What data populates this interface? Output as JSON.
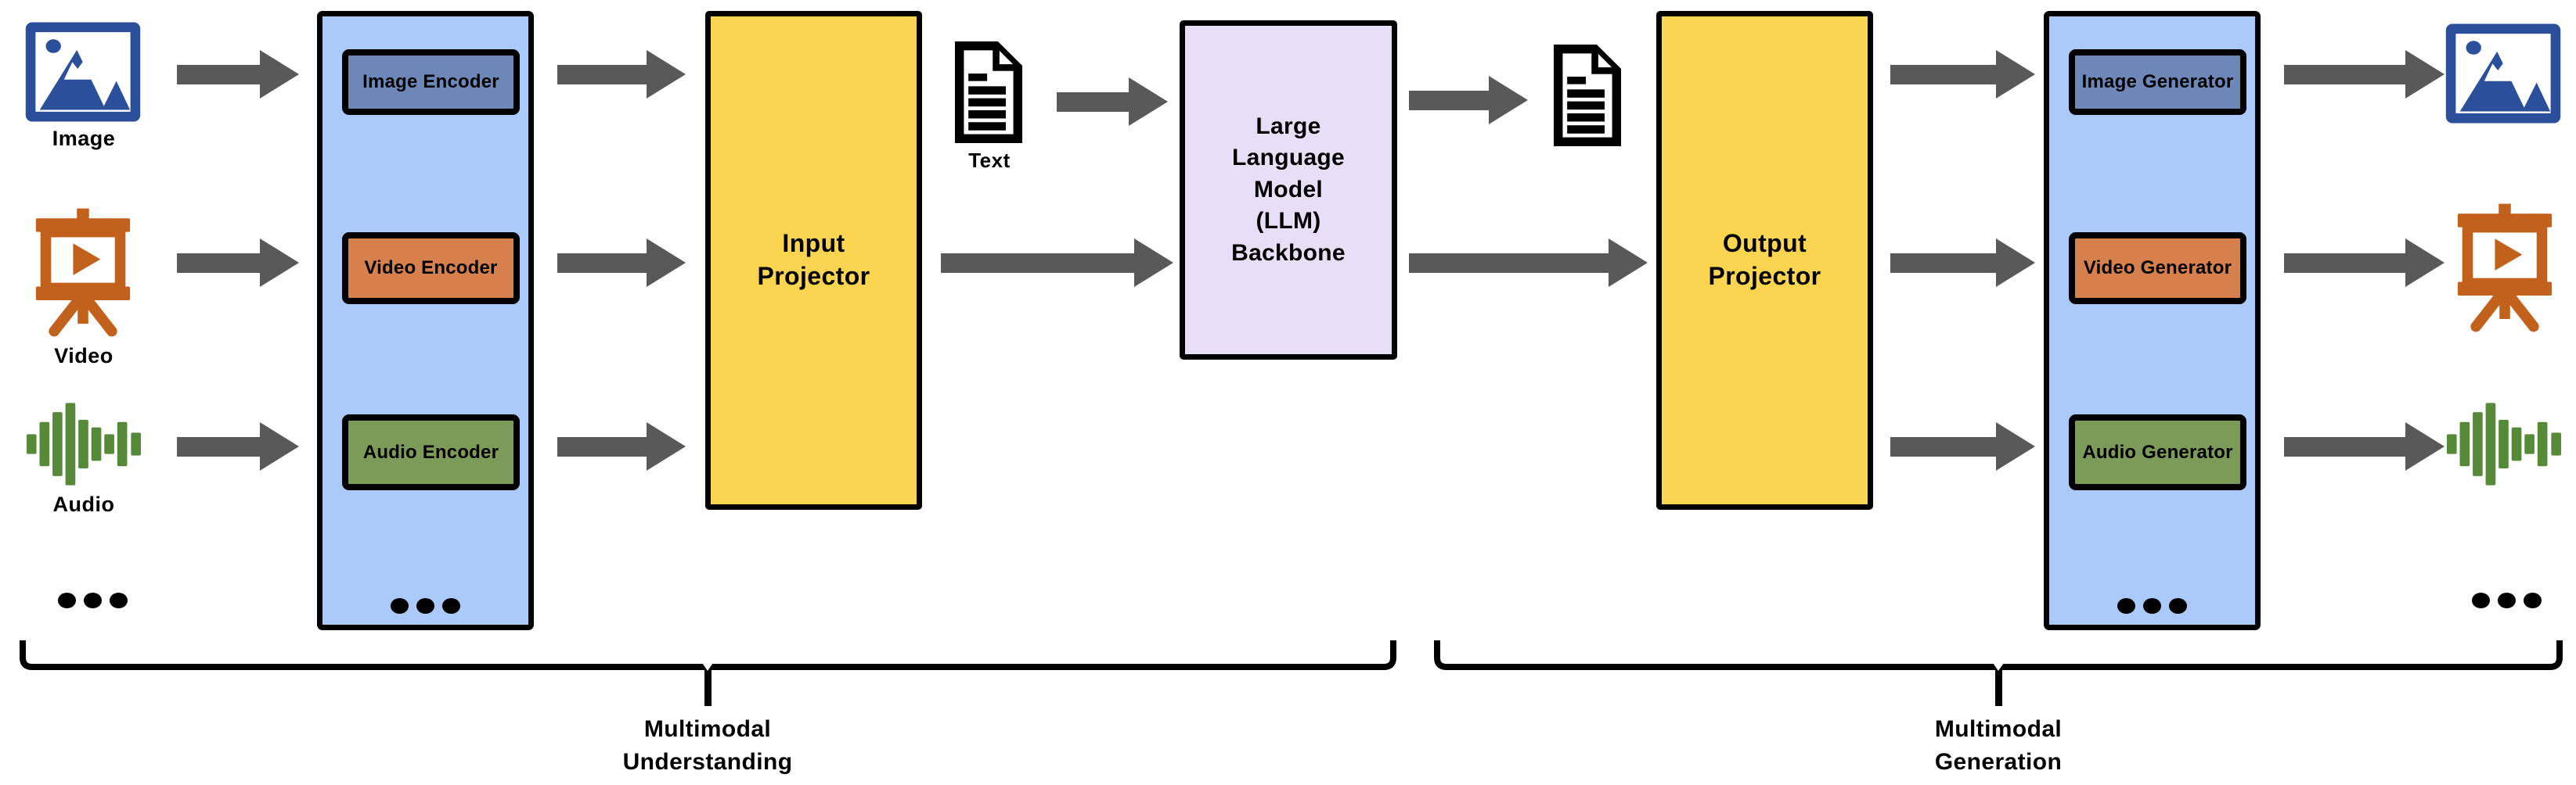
{
  "colors": {
    "panel_blue": "#abcafa",
    "module_blue": "#6d88b8",
    "module_orange": "#d6804e",
    "module_green": "#7d9b58",
    "projector_yellow": "#fcd550",
    "llm_lavender": "#e7def7",
    "arrow_gray": "#595959",
    "icon_blue": "#2c4f9c",
    "icon_orange": "#c2611b",
    "icon_green": "#578a38"
  },
  "inputs": {
    "items": [
      {
        "label": "Image",
        "icon": "image-icon"
      },
      {
        "label": "Video",
        "icon": "video-presentation-icon"
      },
      {
        "label": "Audio",
        "icon": "audio-waveform-icon"
      }
    ],
    "more_indicator": "ellipsis-dots"
  },
  "encoder_panel": {
    "items": [
      {
        "label": "Image Encoder"
      },
      {
        "label": "Video Encoder"
      },
      {
        "label": "Audio Encoder"
      }
    ],
    "more_indicator": "ellipsis-dots"
  },
  "input_projector": {
    "lines": [
      "Input",
      "Projector"
    ]
  },
  "text_doc": {
    "label": "Text",
    "icon": "document-text-icon"
  },
  "llm": {
    "lines": [
      "Large",
      "Language",
      "Model",
      "(LLM)",
      "Backbone"
    ]
  },
  "output_doc": {
    "icon": "document-text-icon"
  },
  "output_projector": {
    "lines": [
      "Output",
      "Projector"
    ]
  },
  "generator_panel": {
    "items": [
      {
        "label": "Image Generator"
      },
      {
        "label": "Video Generator"
      },
      {
        "label": "Audio Generator"
      }
    ],
    "more_indicator": "ellipsis-dots"
  },
  "outputs": {
    "items": [
      {
        "icon": "image-icon"
      },
      {
        "icon": "video-presentation-icon"
      },
      {
        "icon": "audio-waveform-icon"
      }
    ],
    "more_indicator": "ellipsis-dots"
  },
  "braces": {
    "understanding": {
      "lines": [
        "Multimodal",
        "Understanding"
      ]
    },
    "generation": {
      "lines": [
        "Multimodal",
        "Generation"
      ]
    }
  }
}
